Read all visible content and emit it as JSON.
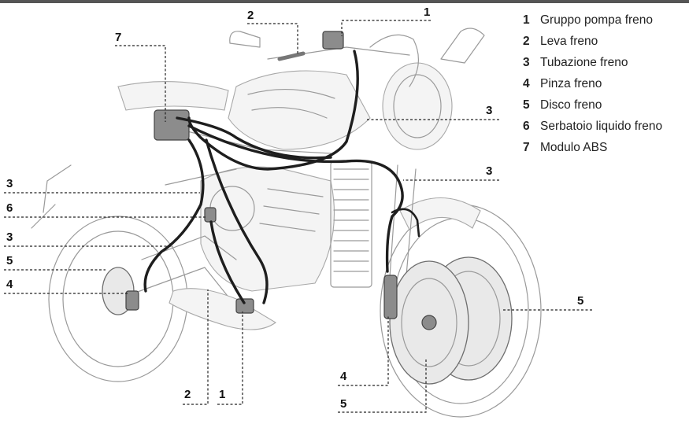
{
  "legend": [
    {
      "num": "1",
      "text": "Gruppo pompa freno"
    },
    {
      "num": "2",
      "text": "Leva freno"
    },
    {
      "num": "3",
      "text": "Tubazione freno"
    },
    {
      "num": "4",
      "text": "Pinza freno"
    },
    {
      "num": "5",
      "text": "Disco freno"
    },
    {
      "num": "6",
      "text": "Serbatoio liquido freno"
    },
    {
      "num": "7",
      "text": "Modulo ABS"
    }
  ],
  "callouts": {
    "pump_top": "1",
    "lever_top": "2",
    "abs_module": "7",
    "hose_right_upper": "3",
    "hose_right_lower": "3",
    "hose_left_upper": "3",
    "reservoir_left": "6",
    "hose_left_lower": "3",
    "disc_left": "5",
    "caliper_left": "4",
    "disc_right": "5",
    "caliper_right": "4",
    "disc_front_bottom": "5",
    "lever_bottom": "2",
    "pump_bottom": "1"
  }
}
